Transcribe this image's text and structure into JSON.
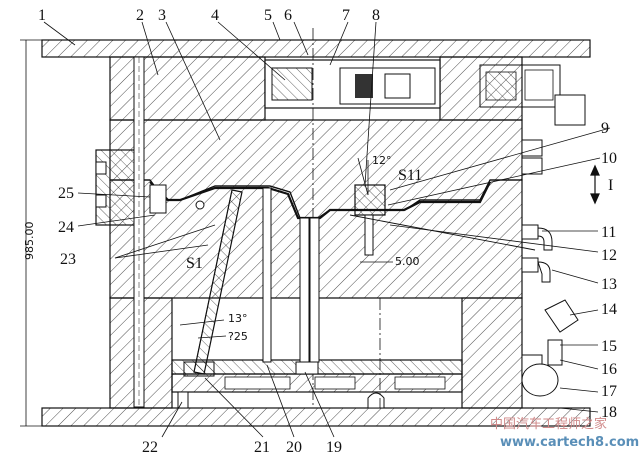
{
  "drawing": {
    "callouts": [
      "1",
      "2",
      "3",
      "4",
      "5",
      "6",
      "7",
      "8",
      "9",
      "10",
      "11",
      "12",
      "13",
      "14",
      "15",
      "16",
      "17",
      "18",
      "19",
      "20",
      "21",
      "22",
      "23",
      "24",
      "25"
    ],
    "direction_label": "I",
    "dimensions": {
      "height": "985.00",
      "angle_top": "12°",
      "clearance_s11": "S11",
      "offset": "5.00",
      "slider_s1": "S1",
      "angle_lifter": "13°",
      "lifter_diameter": "?25"
    },
    "watermark": {
      "site": "www.cartech8.com",
      "cn": "中国汽车工程师之家"
    }
  }
}
